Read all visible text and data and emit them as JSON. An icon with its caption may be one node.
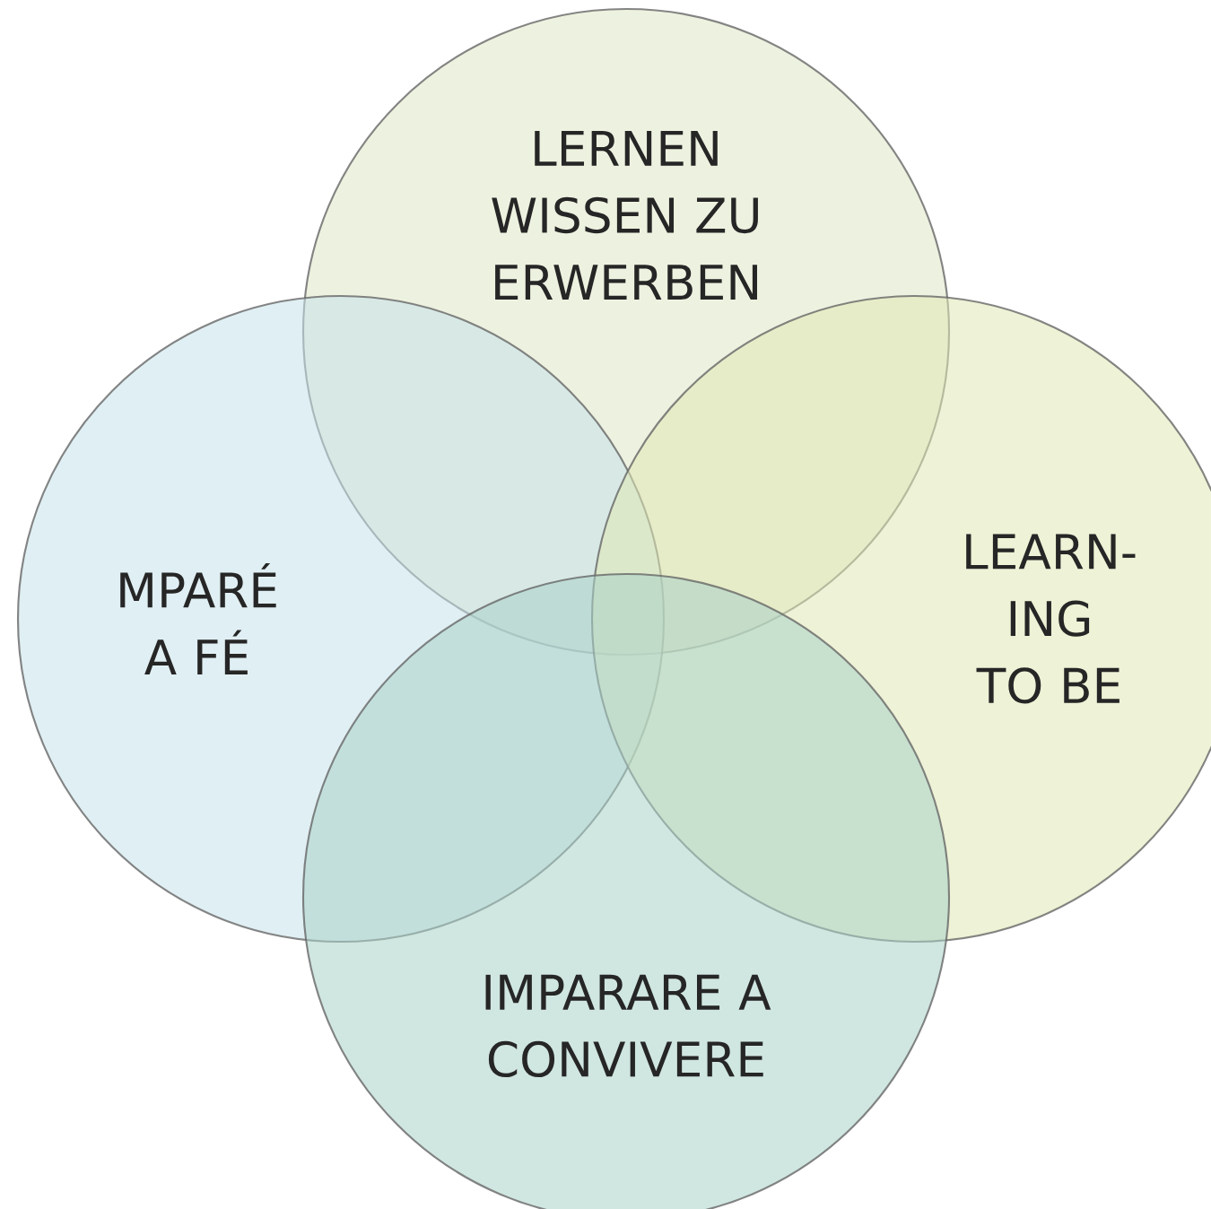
{
  "diagram": {
    "nodes": [
      {
        "text": [
          "LERNEN WISSEN ZU ERWERBEN"
        ]
      },
      {
        "text": [
          "MPARÉ A FÉ"
        ]
      },
      {
        "text": [
          "LEARN-ING TO BE"
        ]
      },
      {
        "text": [
          "IMPARARE A CONVIVERE"
        ]
      }
    ]
  }
}
